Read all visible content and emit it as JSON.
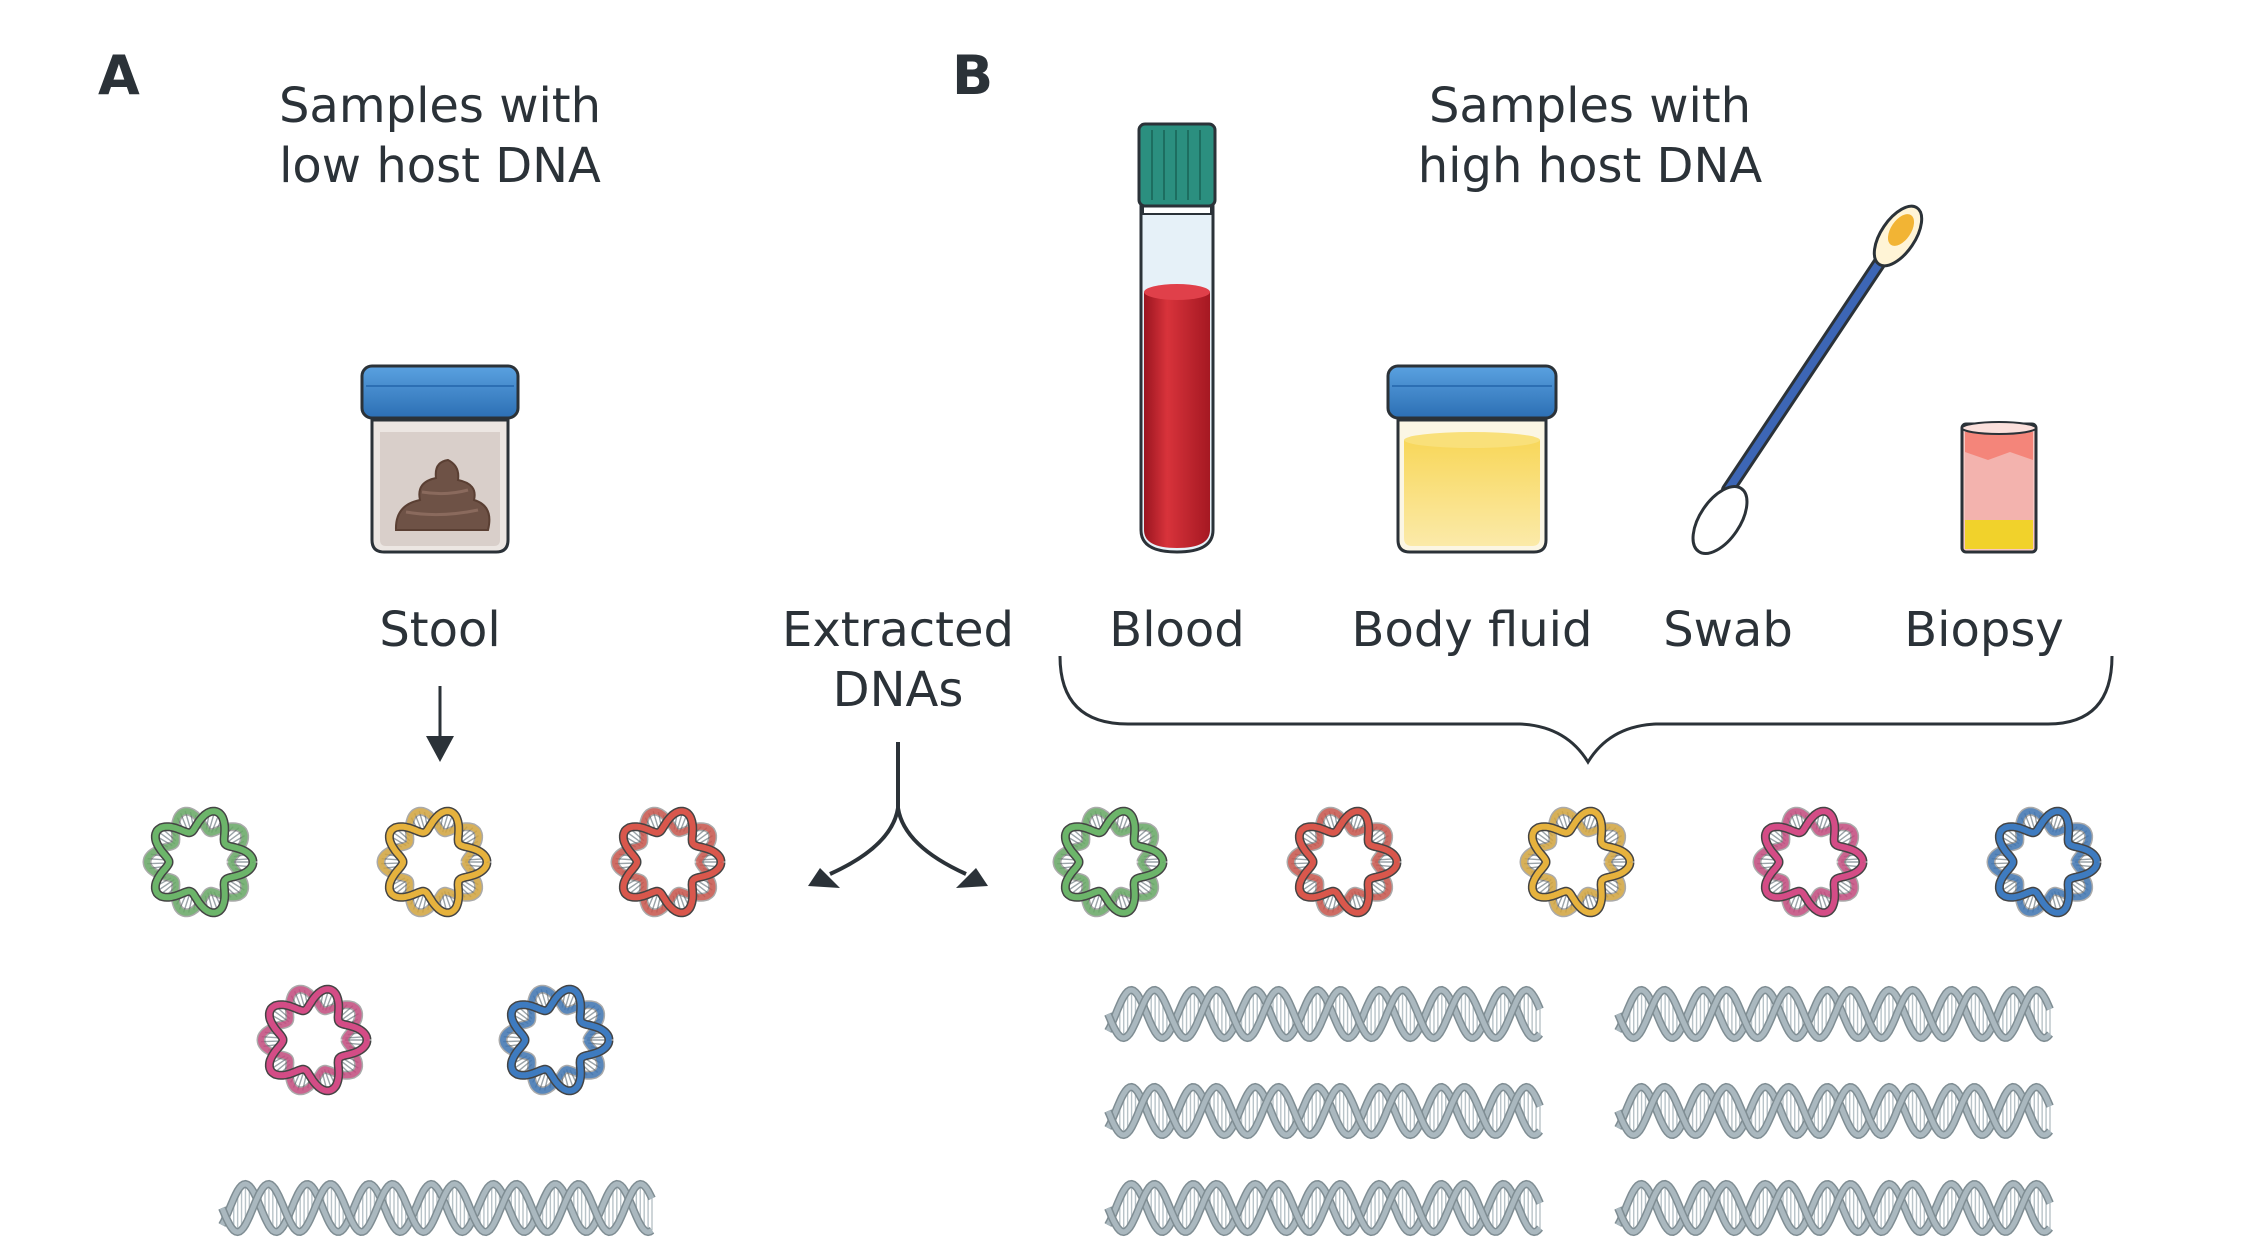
{
  "panel_a": {
    "letter": "A",
    "title_line1": "Samples with",
    "title_line2": "low host DNA",
    "sample_label": "Stool",
    "plasmid_colors": [
      "#6cb56a",
      "#e6b23d",
      "#d9574c",
      "#d44c86",
      "#3e7bc0"
    ]
  },
  "center": {
    "label_line1": "Extracted",
    "label_line2": "DNAs"
  },
  "panel_b": {
    "letter": "B",
    "title_line1": "Samples with",
    "title_line2": "high host DNA",
    "samples": [
      "Blood",
      "Body fluid",
      "Swab",
      "Biopsy"
    ],
    "plasmid_colors": [
      "#6cb56a",
      "#d9574c",
      "#e6b23d",
      "#d44c86",
      "#3e7bc0"
    ]
  },
  "colors": {
    "text": "#2b3238",
    "jar_cap": "#3f86cc",
    "tube_cap": "#2b8f7f",
    "blood": "#c81f2a",
    "fluid": "#f6d86a",
    "swab_stick": "#3d66b5",
    "swab_tip": "#f2b434",
    "biopsy_pink": "#f3a2a0",
    "biopsy_yellow": "#f1d22b",
    "host_dna": "#aab8bf",
    "stool": "#6e5246"
  }
}
